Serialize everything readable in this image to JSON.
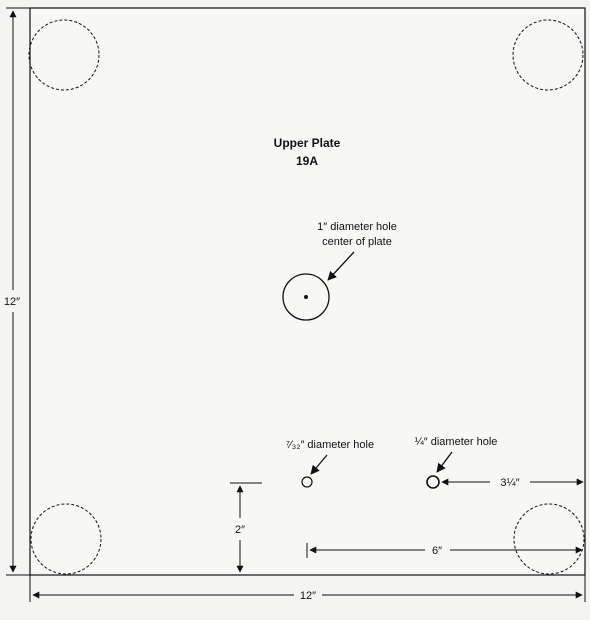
{
  "plate": {
    "title": "Upper Plate",
    "part_number": "19A"
  },
  "center_hole": {
    "label_line1": "1″ diameter hole",
    "label_line2": "center of plate"
  },
  "small_hole": {
    "label": "⁷⁄₃₂″ diameter hole"
  },
  "quarter_hole": {
    "label": "¼″ diameter hole"
  },
  "dimensions": {
    "height": "12″",
    "width": "12″",
    "hole_offset_from_bottom": "2″",
    "hole_spacing": "6″",
    "offset_from_right": "3¼″"
  }
}
